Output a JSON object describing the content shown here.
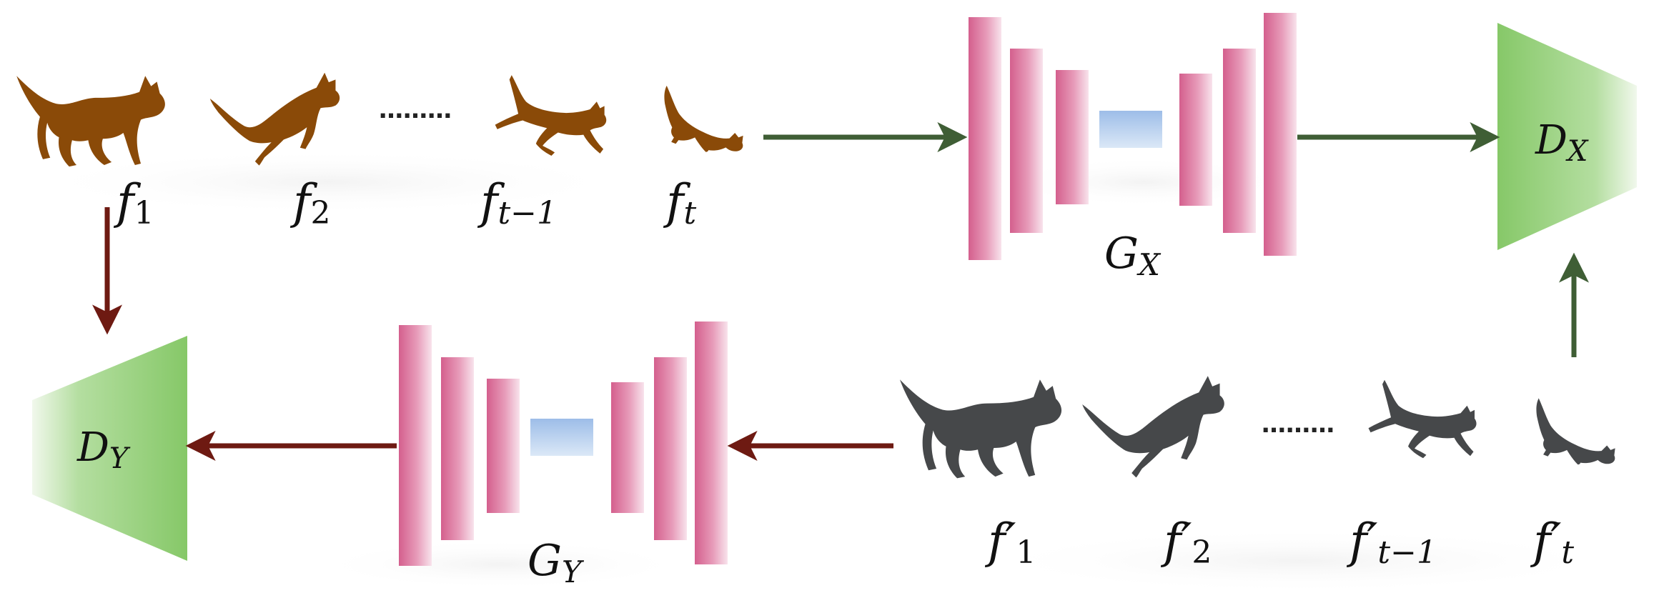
{
  "frames_top": [
    {
      "base": "f",
      "sub": "1"
    },
    {
      "base": "f",
      "sub": "2"
    },
    {
      "base": "f",
      "sub": "t−1"
    },
    {
      "base": "f",
      "sub": "t"
    }
  ],
  "frames_bottom": [
    {
      "base": "f′",
      "sub": "1"
    },
    {
      "base": "f′",
      "sub": "2"
    },
    {
      "base": "f′",
      "sub": "t−1"
    },
    {
      "base": "f′",
      "sub": "t"
    }
  ],
  "ellipsis": "………",
  "generator_x": {
    "base": "G",
    "sub": "X"
  },
  "generator_y": {
    "base": "G",
    "sub": "Y"
  },
  "discriminator_x": {
    "base": "D",
    "sub": "X"
  },
  "discriminator_y": {
    "base": "D",
    "sub": "Y"
  },
  "colors": {
    "cat_top": "#8a4a08",
    "cat_bottom": "#46484a",
    "arrow_green": "#3f5e35",
    "arrow_red": "#6e1a12",
    "layer_pink": "#d9719b",
    "bottleneck_blue": "#a9c6ea",
    "discriminator_green": "#8fcf73"
  },
  "icons": [
    "cat-silhouette-icon"
  ]
}
